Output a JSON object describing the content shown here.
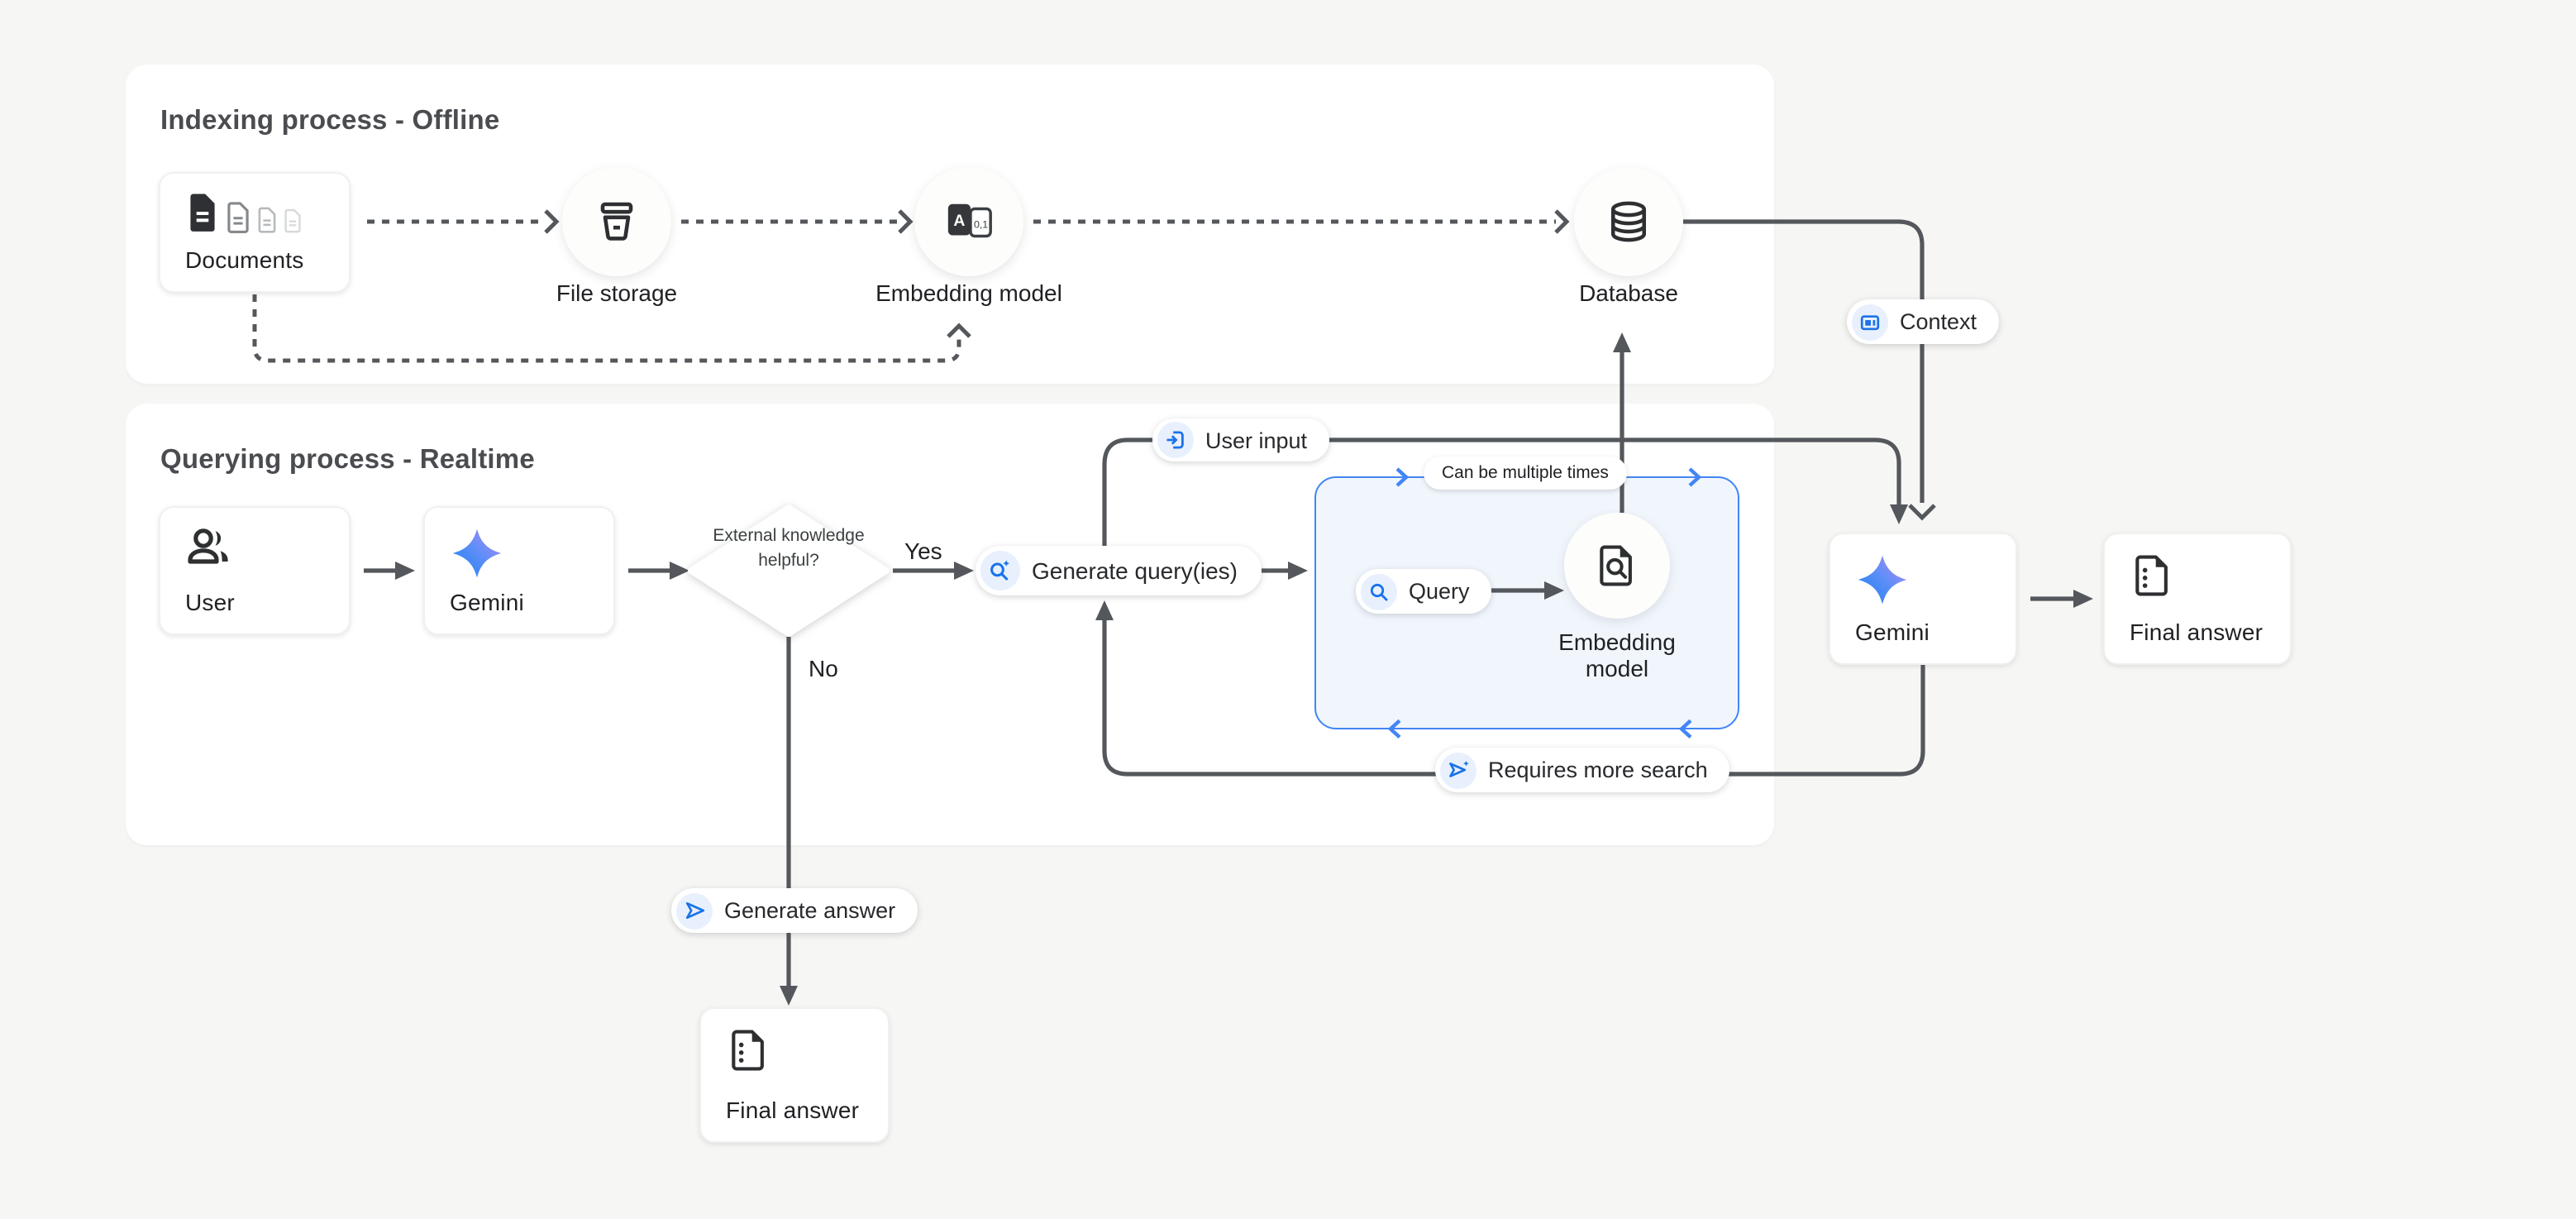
{
  "colors": {
    "background": "#f6f6f4",
    "panel": "#ffffff",
    "wire_gray": "#54575b",
    "accent_blue": "#1a73e8",
    "loop_box_border": "#4285f4",
    "loop_box_fill": "#f1f6fd",
    "icon_chip_bg": "#e8f0fe",
    "text_primary": "#202124",
    "title_gray": "#4a4c50",
    "gemini_gradient": [
      "#1c7df2",
      "#5a8ef7",
      "#b78af8"
    ]
  },
  "indexing": {
    "title": "Indexing process - Offline",
    "documents": {
      "label": "Documents"
    },
    "file_storage": {
      "label": "File storage"
    },
    "embedding_model": {
      "label": "Embedding model",
      "icon_text_a": "A",
      "icon_text_01": "0,1"
    },
    "database": {
      "label": "Database"
    }
  },
  "querying": {
    "title": "Querying process - Realtime",
    "user": {
      "label": "User"
    },
    "gemini": {
      "label": "Gemini"
    },
    "decision": {
      "question": "External knowledge helpful?",
      "yes": "Yes",
      "no": "No"
    },
    "user_input": {
      "label": "User input"
    },
    "generate_queries": {
      "label": "Generate query(ies)"
    },
    "loop_box": {
      "caption": "Can be multiple times"
    },
    "query": {
      "label": "Query"
    },
    "embedding_model": {
      "label": "Embedding model"
    },
    "requires_more_search": {
      "label": "Requires more search"
    },
    "context": {
      "label": "Context"
    },
    "gemini_2": {
      "label": "Gemini"
    },
    "final_answer": {
      "label": "Final answer"
    },
    "generate_answer": {
      "label": "Generate answer"
    },
    "final_answer_no_branch": {
      "label": "Final answer"
    }
  }
}
